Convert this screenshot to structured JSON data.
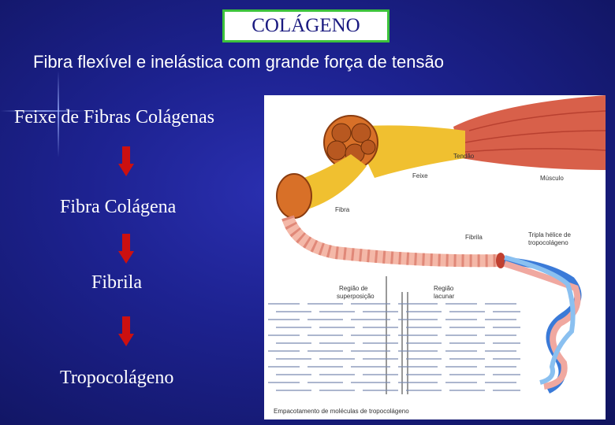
{
  "title": "COLÁGENO",
  "subtitle": "Fibra flexível e inelástica com grande força de tensão",
  "hierarchy": [
    {
      "label": "Feixe de Fibras Colágenas"
    },
    {
      "label": "Fibra Colágena"
    },
    {
      "label": "Fibrila"
    },
    {
      "label": "Tropocolágeno"
    }
  ],
  "figure": {
    "labels": {
      "tendao": "Tendão",
      "musculo": "Músculo",
      "feixe": "Feixe",
      "fibra": "Fibra",
      "fibrila": "Fibrila",
      "tripla": "Tripla hélice de",
      "tripla2": "tropocolágeno",
      "regiao_sup": "Região de",
      "regiao_sup2": "superposição",
      "regiao_lac": "Região",
      "regiao_lac2": "lacunar",
      "empacotamento": "Empacotamento de moléculas de tropocolágeno"
    }
  },
  "colors": {
    "background": "#1d2290",
    "title_border": "#3cc23c",
    "title_text": "#1a1a80",
    "arrow": "#cc1010",
    "text": "#ffffff"
  }
}
